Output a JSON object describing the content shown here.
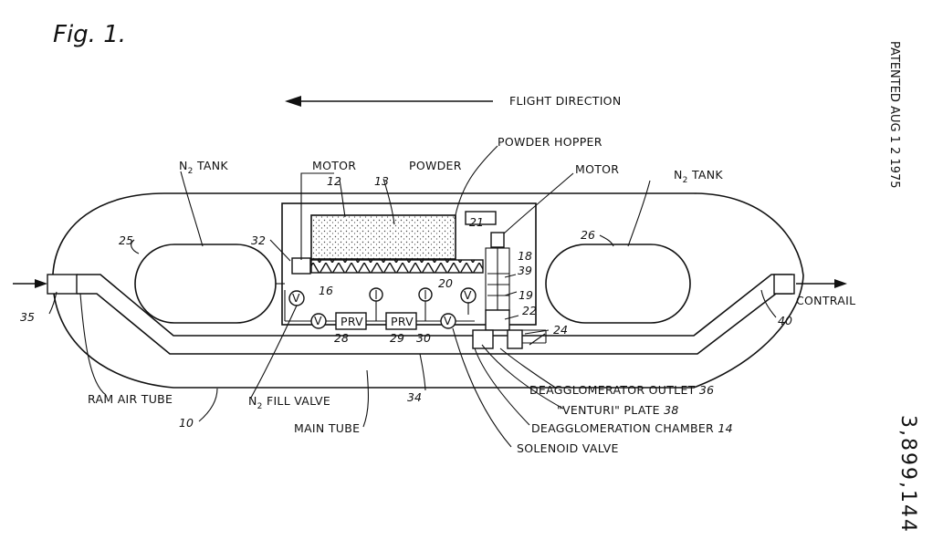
{
  "figure": {
    "title": "Fig. 1."
  },
  "side": {
    "patented": "PATENTED AUG 1 2 1975",
    "patent_number": "3,899,144"
  },
  "labels": {
    "flight_direction": "FLIGHT DIRECTION",
    "powder_hopper": "POWDER HOPPER",
    "motor_left": "MOTOR",
    "powder": "POWDER",
    "motor_right": "MOTOR",
    "n2_tank_left_main": "N",
    "n2_tank_left_sub": "2",
    "n2_tank_left_rest": " TANK",
    "n2_tank_right_main": "N",
    "n2_tank_right_sub": "2",
    "n2_tank_right_rest": " TANK",
    "contrail": "CONTRAIL",
    "ram_air_tube": "RAM AIR TUBE",
    "n2_fill_valve_main": "N",
    "n2_fill_valve_sub": "2",
    "n2_fill_valve_rest": " FILL VALVE",
    "main_tube": "MAIN TUBE",
    "deagglomerator_outlet": "DEAGGLOMERATOR OUTLET",
    "deagglomerator_outlet_num": "36",
    "venturi_plate": "\"VENTURI\" PLATE",
    "venturi_plate_num": "38",
    "deagglomeration_chamber": "DEAGGLOMERATION CHAMBER",
    "deagglomeration_chamber_num": "14",
    "solenoid_valve": "SOLENOID VALVE",
    "prv": "PRV",
    "valve": "V"
  },
  "refs": {
    "r10": "10",
    "r12": "12",
    "r13": "13",
    "r16": "16",
    "r18": "18",
    "r19": "19",
    "r20": "20",
    "r21": "21",
    "r22": "22",
    "r24": "24",
    "r25": "25",
    "r26": "26",
    "r28": "28",
    "r29": "29",
    "r30": "30",
    "r32": "32",
    "r34": "34",
    "r35": "35",
    "r39": "39",
    "r40": "40"
  }
}
